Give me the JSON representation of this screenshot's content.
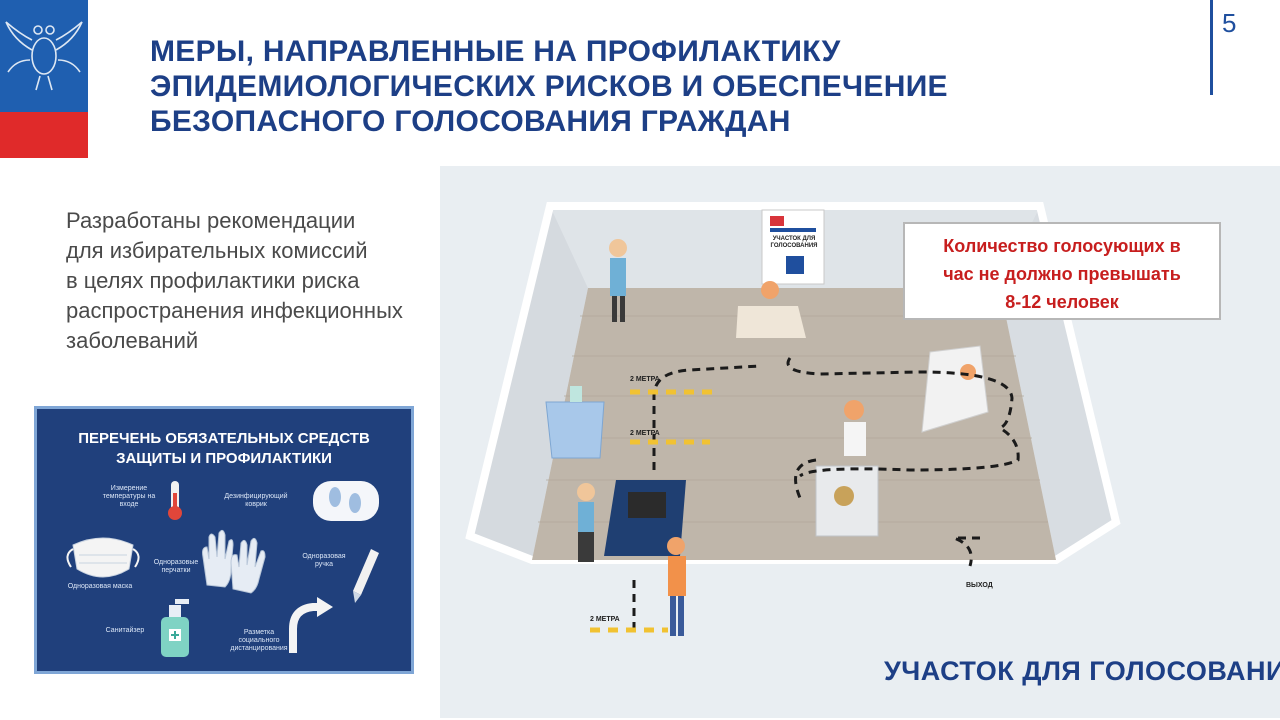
{
  "page_number": "5",
  "title": {
    "line1": "МЕРЫ, НАПРАВЛЕННЫЕ НА ПРОФИЛАКТИКУ",
    "line2": "ЭПИДЕМИОЛОГИЧЕСКИХ РИСКОВ И ОБЕСПЕЧЕНИЕ",
    "line3": "БЕЗОПАСНОГО ГОЛОСОВАНИЯ ГРАЖДАН"
  },
  "description": {
    "line1": "Разработаны рекомендации",
    "line2": "для избирательных комиссий",
    "line3": "в целях профилактики риска",
    "line4": "распространения инфекционных",
    "line5": "заболеваний"
  },
  "protection_panel": {
    "title_line1": "ПЕРЕЧЕНЬ ОБЯЗАТЕЛЬНЫХ СРЕДСТВ",
    "title_line2": "ЗАЩИТЫ И ПРОФИЛАКТИКИ",
    "items": {
      "thermometer": "Измерение температуры на входе",
      "disinfection_mat": "Дезинфицирующий коврик",
      "mask": "Одноразовая маска",
      "gloves": "Одноразовые перчатки",
      "pen": "Одноразовая ручка",
      "sanitizer": "Санитайзер",
      "marking": "Разметка социального дистанцирования"
    }
  },
  "notice": {
    "line1": "Количество голосующих в",
    "line2": "час не должно превышать",
    "line3": "8-12 человек"
  },
  "floor_plan": {
    "caption": "УЧАСТОК ДЛЯ ГОЛОСОВАНИЯ",
    "distance_labels": [
      "2 МЕТРА",
      "2 МЕТРА",
      "2 МЕТРА"
    ],
    "exit_label": "ВЫХОД",
    "sign_label": "УЧАСТОК ДЛЯ ГОЛОСОВАНИЯ"
  },
  "colors": {
    "title_blue": "#1d3f86",
    "panel_blue": "#20407c",
    "notice_red": "#c71e1e",
    "flag_blue": "#1f5fb0",
    "flag_red": "#e02a2a"
  }
}
